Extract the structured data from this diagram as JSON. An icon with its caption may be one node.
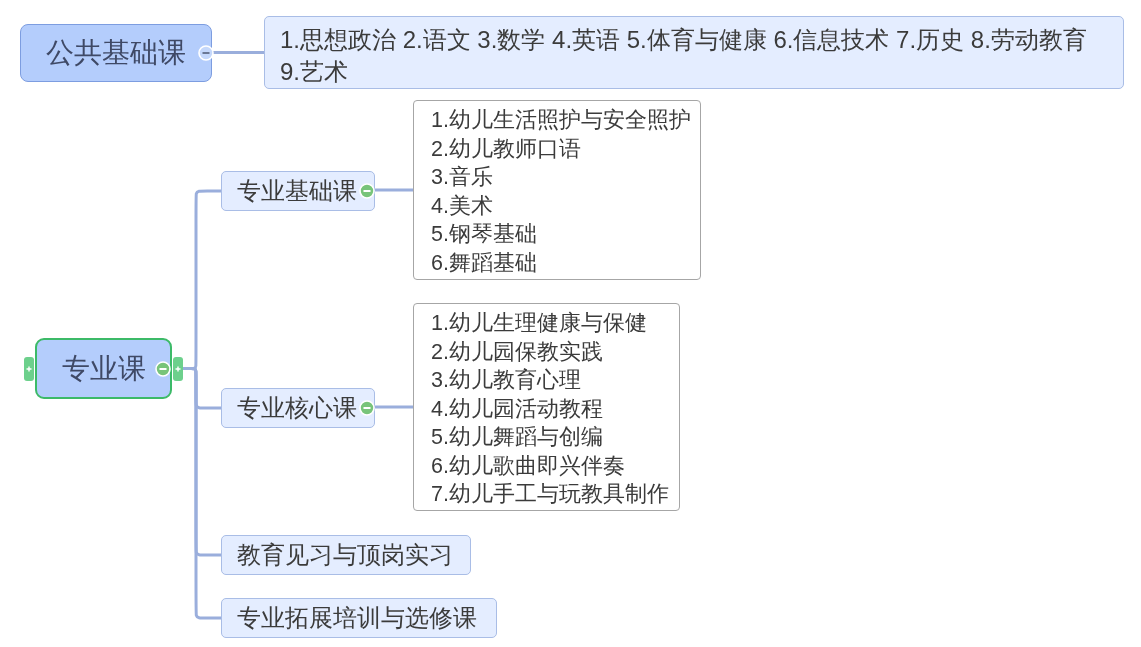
{
  "diagram": {
    "nodes": [
      {
        "text": [
          "公共基础课"
        ]
      },
      {
        "text": [
          "1.思想政治 2.语文 3.数学 4.英语 5.体育与健康 6.信息技术 7.历史 8.劳动教育 9.艺术"
        ]
      },
      {
        "text": [
          "专业课"
        ]
      },
      {
        "text": [
          "专业基础课"
        ]
      },
      {
        "text": [
          "1.幼儿生活照护与安全照护",
          "2.幼儿教师口语",
          "3.音乐",
          "4.美术",
          "5.钢琴基础",
          "6.舞蹈基础"
        ]
      },
      {
        "text": [
          "专业核心课"
        ]
      },
      {
        "text": [
          "1.幼儿生理健康与保健",
          "2.幼儿园保教实践",
          "3.幼儿教育心理",
          "4.幼儿园活动教程",
          "5.幼儿舞蹈与创编",
          "6.幼儿歌曲即兴伴奏",
          "7.幼儿手工与玩教具制作"
        ]
      },
      {
        "text": [
          "教育见习与顶岗实习"
        ]
      },
      {
        "text": [
          "专业拓展培训与选修课"
        ]
      }
    ],
    "edges": [
      {
        "from": 0,
        "to": 1,
        "arrow": "none"
      },
      {
        "from": 2,
        "to": 3,
        "arrow": "none"
      },
      {
        "from": 3,
        "to": 4,
        "arrow": "none"
      },
      {
        "from": 2,
        "to": 5,
        "arrow": "none"
      },
      {
        "from": 5,
        "to": 6,
        "arrow": "none"
      },
      {
        "from": 2,
        "to": 7,
        "arrow": "none"
      },
      {
        "from": 2,
        "to": 8,
        "arrow": "none"
      }
    ]
  }
}
